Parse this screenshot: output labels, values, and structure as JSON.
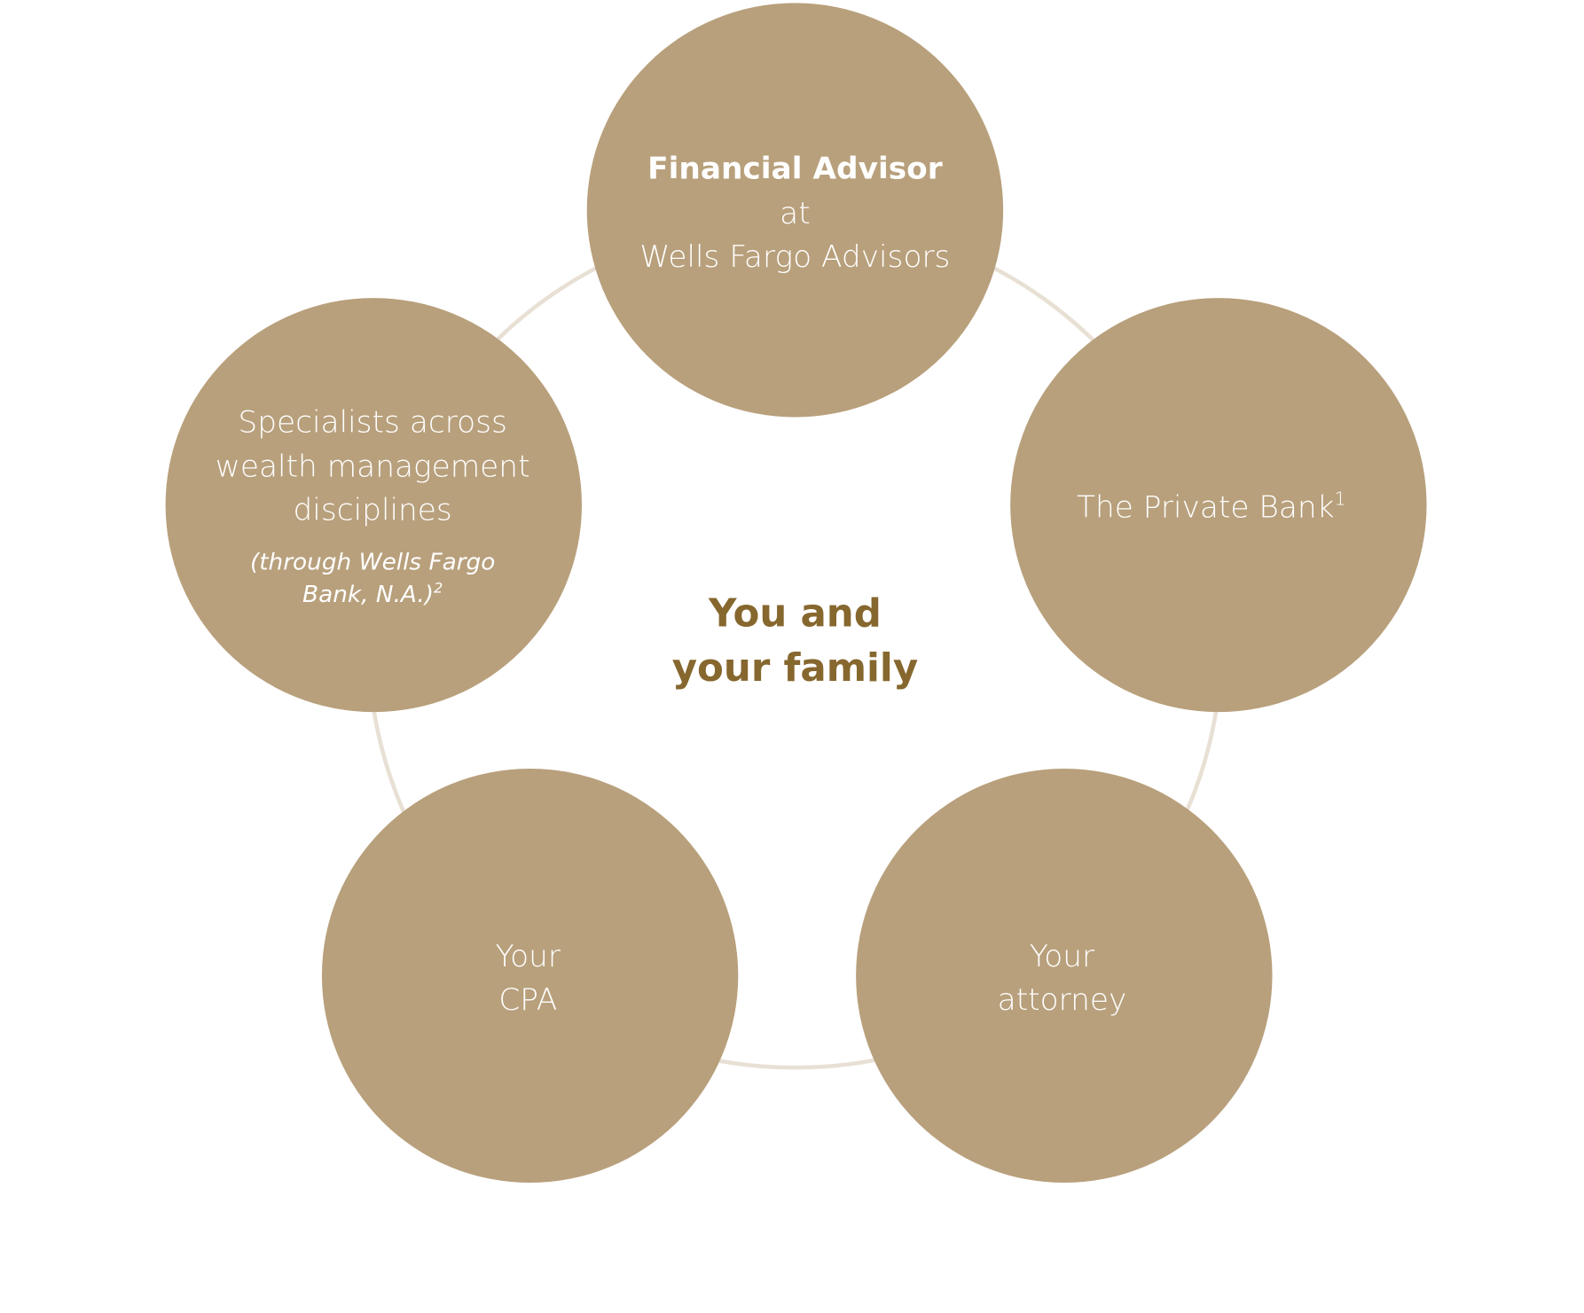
{
  "colors": {
    "node_fill": "#B8A07C",
    "ring": "#E8E0D4",
    "center_text": "#86672E",
    "node_text": "#FFFFFF"
  },
  "center": {
    "line1": "You and",
    "line2": "your family"
  },
  "nodes": [
    {
      "id": "financial-advisor",
      "lines": [
        "Financial Advisor",
        "at",
        "Wells Fargo Advisors"
      ]
    },
    {
      "id": "private-bank",
      "lines": [
        "The Private Bank"
      ],
      "sup": "1"
    },
    {
      "id": "attorney",
      "lines": [
        "Your",
        "attorney"
      ]
    },
    {
      "id": "cpa",
      "lines": [
        "Your",
        "CPA"
      ]
    },
    {
      "id": "specialists",
      "lines": [
        "Specialists across",
        "wealth management",
        "disciplines"
      ],
      "note_lines": [
        "(through Wells Fargo",
        "Bank, N.A.)"
      ],
      "note_sup": "2"
    }
  ]
}
